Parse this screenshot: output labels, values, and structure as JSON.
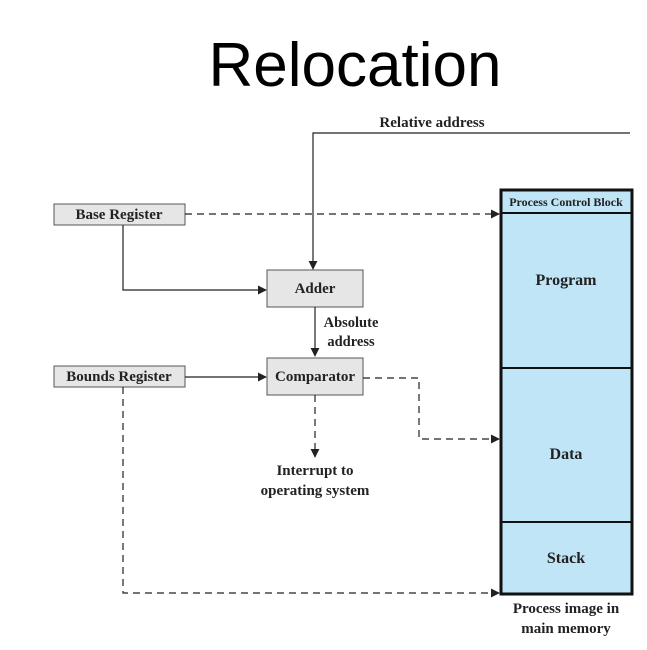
{
  "title": "Relocation",
  "labels": {
    "relative_address": "Relative address",
    "absolute_address_line1": "Absolute",
    "absolute_address_line2": "address",
    "interrupt_line1": "Interrupt to",
    "interrupt_line2": "operating system",
    "process_image_line1": "Process image in",
    "process_image_line2": "main memory"
  },
  "boxes": {
    "base_register": "Base Register",
    "bounds_register": "Bounds Register",
    "adder": "Adder",
    "comparator": "Comparator"
  },
  "memory": {
    "pcb": "Process Control Block",
    "program": "Program",
    "data": "Data",
    "stack": "Stack"
  },
  "colors": {
    "box_fill": "#e6e6e6",
    "memory_fill": "#bfe5f7",
    "line": "#222222"
  }
}
